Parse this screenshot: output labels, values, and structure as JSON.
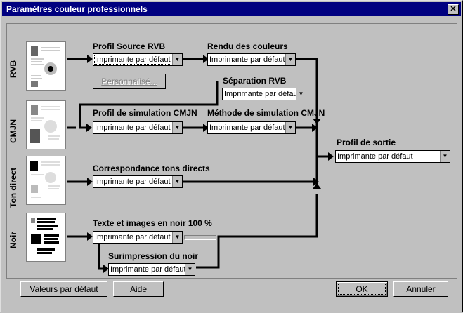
{
  "window": {
    "title": "Paramètres couleur professionnels",
    "close_glyph": "✕"
  },
  "rows": {
    "rgb": {
      "label": "RVB"
    },
    "cmyk": {
      "label": "CMJN"
    },
    "spot": {
      "label": "Ton direct"
    },
    "black": {
      "label": "Noir"
    }
  },
  "controls": {
    "rgb_source": {
      "label": "Profil Source RVB",
      "value": "Imprimante par défaut"
    },
    "rendering": {
      "label": "Rendu des couleurs",
      "value": "Imprimante par défaut"
    },
    "rgb_separation": {
      "label": "Séparation RVB",
      "value": "Imprimante par défaut"
    },
    "cmyk_simulation": {
      "label": "Profil de simulation CMJN",
      "value": "Imprimante par défaut"
    },
    "simulation_method": {
      "label": "Méthode de simulation CMJN",
      "value": "Imprimante par défaut"
    },
    "spot_matching": {
      "label": "Correspondance tons directs",
      "value": "Imprimante par défaut"
    },
    "black_text": {
      "label": "Texte et images en noir 100 %",
      "value": "Imprimante par défaut"
    },
    "black_overprint": {
      "label": "Surimpression du noir",
      "value": "Imprimante par défaut"
    },
    "output_profile": {
      "label": "Profil de sortie",
      "value": "Imprimante par défaut"
    }
  },
  "buttons": {
    "custom": "Personnalisé...",
    "defaults": "Valeurs par défaut",
    "help": "Aide",
    "ok": "OK",
    "cancel": "Annuler"
  },
  "icons": [
    "close-icon",
    "dropdown-arrow-icon",
    "document-thumbnail-icon"
  ]
}
